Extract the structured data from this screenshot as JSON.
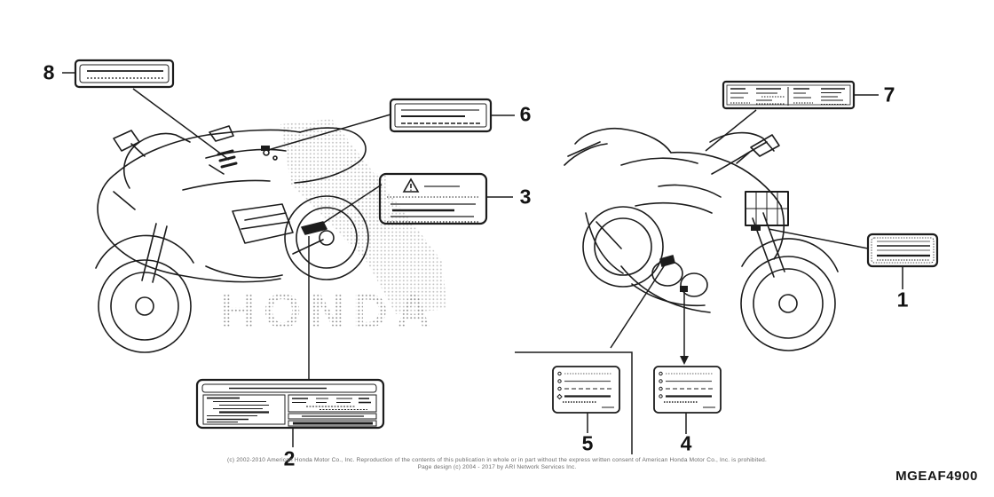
{
  "part_code": "MGEAF4900",
  "watermark_text": "HONDA",
  "callouts": [
    {
      "number": "1",
      "item": "caution-label"
    },
    {
      "number": "2",
      "item": "caution-label"
    },
    {
      "number": "3",
      "item": "caution-label"
    },
    {
      "number": "4",
      "item": "caution-label"
    },
    {
      "number": "5",
      "item": "caution-label"
    },
    {
      "number": "6",
      "item": "caution-label"
    },
    {
      "number": "7",
      "item": "caution-label"
    },
    {
      "number": "8",
      "item": "caution-label"
    }
  ],
  "icons": {
    "warning": "warning-triangle-icon"
  },
  "footer": {
    "copyright_line1": "(c) 2002-2010 American Honda Motor Co., Inc. Reproduction of the contents of this publication in whole or in part without the express written consent of American Honda Motor Co., Inc. is prohibited.",
    "copyright_line2": "Page design (c) 2004 - 2017 by ARI Network Services Inc."
  },
  "colors": {
    "line": "#1c1c1c",
    "halftone": "#8f8f8f",
    "background": "#ffffff"
  }
}
